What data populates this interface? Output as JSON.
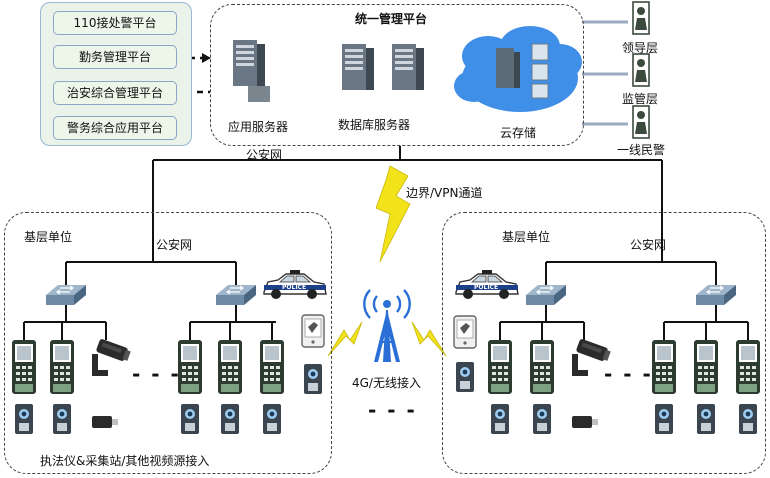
{
  "platforms": [
    "110接处警平台",
    "勤务管理平台",
    "治安综合管理平台",
    "警务综合应用平台"
  ],
  "center": {
    "title": "统一管理平台",
    "app_server": "应用服务器",
    "db_server": "数据库服务器",
    "cloud": "云存储"
  },
  "roles": [
    "领导层",
    "监管层",
    "一线民警"
  ],
  "network_top": "公安网",
  "border_channel": "边界/VPN通道",
  "left_unit": {
    "title": "基层单位",
    "network": "公安网",
    "caption": "执法仪&采集站/其他视频源接入"
  },
  "right_unit": {
    "title": "基层单位",
    "network": "公安网"
  },
  "wireless": "4G/无线接入",
  "police_text": "POLICE",
  "ellipsis": "- - -",
  "colors": {
    "panel_bg": "#eaf2ea",
    "panel_border": "#8aa6c4",
    "bolt": "#f2e21a",
    "tower": "#2a6fd6",
    "cloud": "#3f8ee8"
  }
}
